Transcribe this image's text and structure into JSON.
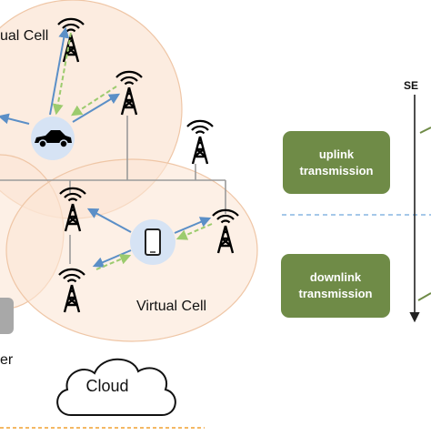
{
  "labels": {
    "virtual_cell_top": "ual Cell",
    "virtual_cell_bottom": "Virtual Cell",
    "cloud": "Cloud",
    "left_box_text": "er",
    "se": "SE"
  },
  "buttons": {
    "uplink_line1": "uplink",
    "uplink_line2": "transmission",
    "downlink_line1": "downlink",
    "downlink_line2": "transmission"
  },
  "colors": {
    "cell_fill": "#fbe6d6",
    "cell_stroke": "#efc6a6",
    "link_blue": "#5b8fc7",
    "link_green": "#9ccb6e",
    "box_green": "#6f8b47",
    "user_circle": "#d6e3f4",
    "divider_blue": "#6fa8dc",
    "bottom_dash": "#f0a030"
  },
  "icons": {
    "tower": "antenna-tower-icon",
    "car": "car-icon",
    "phone": "smartphone-icon",
    "cloud": "cloud-icon"
  }
}
